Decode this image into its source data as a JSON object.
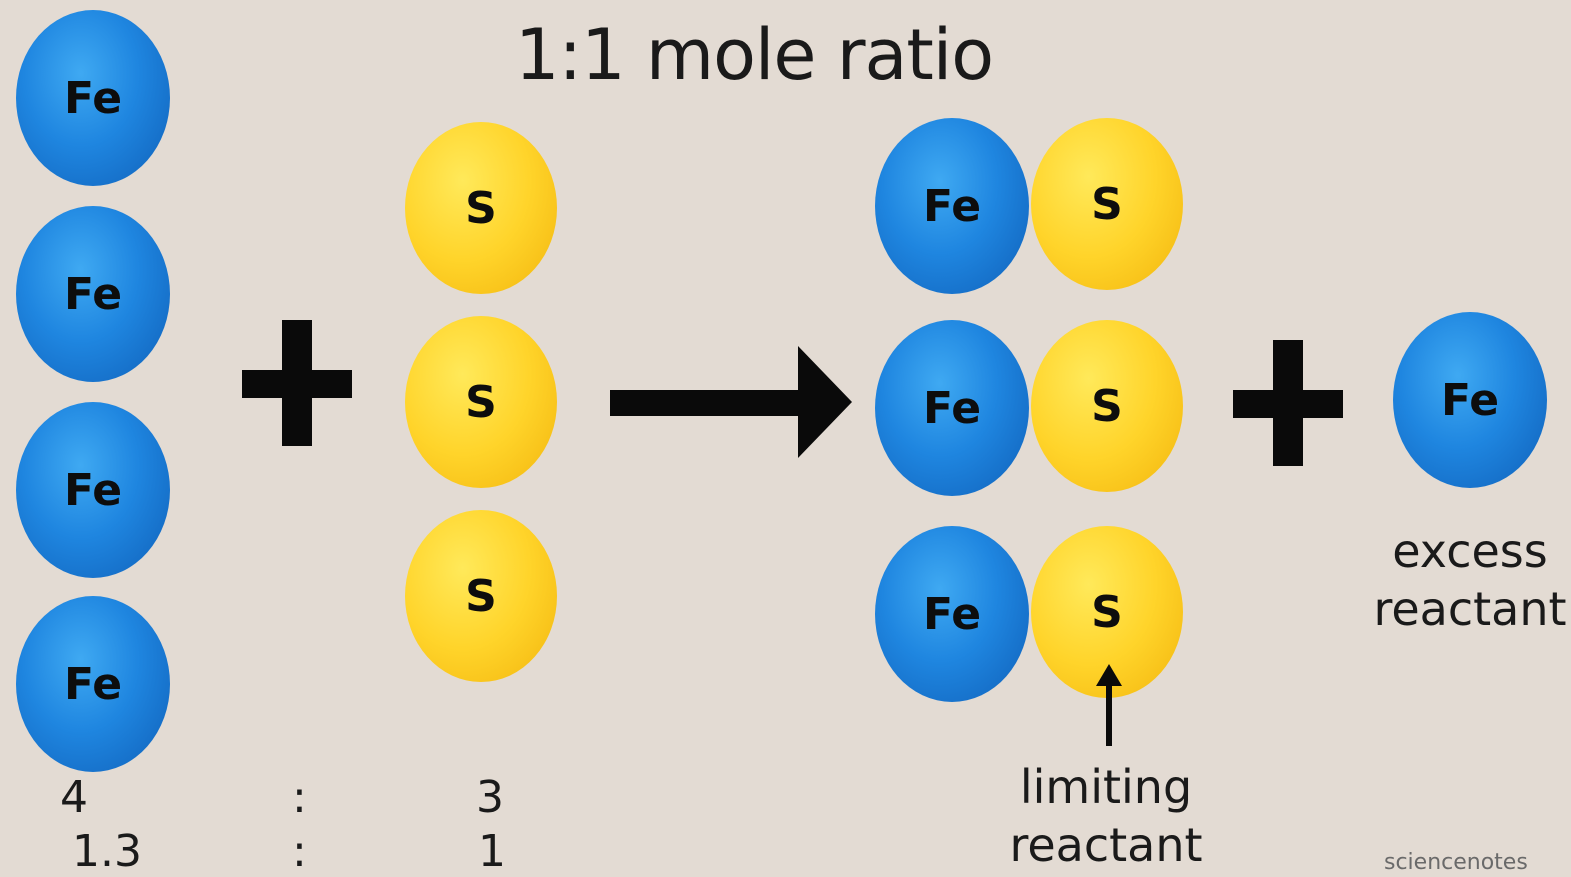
{
  "title": "1:1 mole ratio",
  "reactants": {
    "iron_atoms": [
      "Fe",
      "Fe",
      "Fe",
      "Fe"
    ],
    "plus": "+",
    "sulfur_atoms": [
      "S",
      "S",
      "S"
    ]
  },
  "arrow": "→",
  "products": {
    "pairs": [
      {
        "fe": "Fe",
        "s": "S"
      },
      {
        "fe": "Fe",
        "s": "S"
      },
      {
        "fe": "Fe",
        "s": "S"
      }
    ],
    "plus": "+",
    "excess_atom": "Fe"
  },
  "labels": {
    "excess": "excess reactant",
    "limiting": "limiting reactant"
  },
  "ratios": {
    "row1": {
      "fe": "4",
      "sep": ":",
      "s": "3"
    },
    "row2": {
      "fe": "1.3",
      "sep": ":",
      "s": "1"
    }
  },
  "credit": "sciencenotes",
  "colors": {
    "background": "#e3dbd3",
    "iron": "#1f86e0",
    "sulfur": "#ffd42a",
    "ink": "#0a0a0a"
  }
}
